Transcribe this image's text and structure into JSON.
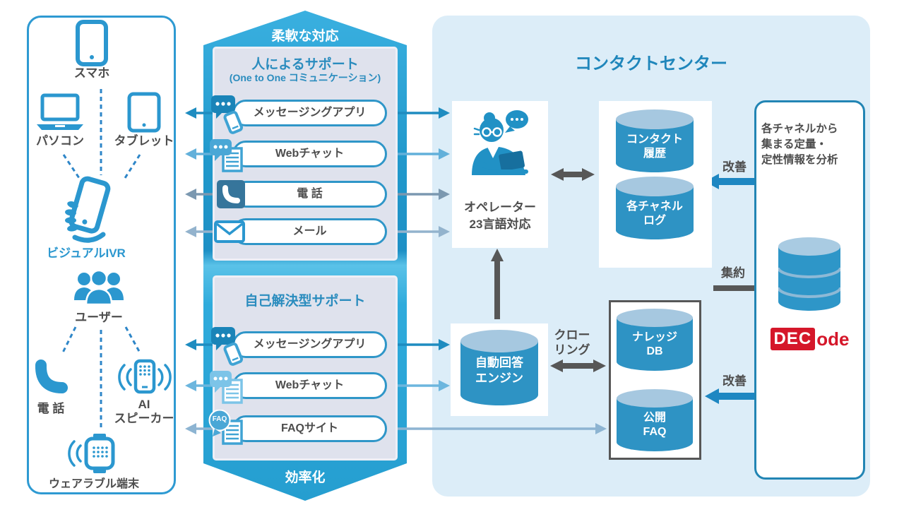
{
  "left_panel": {
    "devices": {
      "smartphone": "スマホ",
      "pc": "パソコン",
      "tablet": "タブレット",
      "visual_ivr": "ビジュアルIVR",
      "user": "ユーザー",
      "phone": "電 話",
      "ai_speaker": "AI\nスピーカー",
      "wearable": "ウェアラブル端末"
    }
  },
  "middle": {
    "top_banner": "柔軟な対応",
    "human_support": {
      "title": "人によるサポート",
      "subtitle": "(One to One コミュニケーション)",
      "channels": [
        "メッセージングアプリ",
        "Webチャット",
        "電 話",
        "メール"
      ]
    },
    "self_support": {
      "title": "自己解決型サポート",
      "channels": [
        "メッセージングアプリ",
        "Webチャット",
        "FAQサイト"
      ]
    },
    "bottom_banner": "効率化",
    "faq_badge": "FAQ"
  },
  "contact_center": {
    "title": "コンタクトセンター",
    "operator_label": "オペレーター\n23言語対応",
    "contact_history": "コンタクト\n履歴",
    "channel_log": "各チャネル\nログ",
    "auto_answer": "自動回答\nエンジン",
    "crawling": "クロー\nリング",
    "knowledge_db": "ナレッジ\nDB",
    "public_faq": "公開\nFAQ",
    "improve_top": "改善",
    "aggregate": "集約",
    "improve_bottom": "改善"
  },
  "decode": {
    "description": "各チャネルから\n集まる定量・\n定性情報を分析",
    "logo_dec": "DEC",
    "logo_ode": "ode"
  },
  "colors": {
    "accent_blue": "#2b97cf",
    "panel_bg": "#dcedf8",
    "lavender_bg": "#dfe2ed",
    "dark_arrow": "#575757",
    "improve_arrow_blue": "#1e87c2",
    "decode_red": "#d5172a",
    "cylinder_body": "#2e93c4",
    "cylinder_top": "#a6c8e0"
  }
}
